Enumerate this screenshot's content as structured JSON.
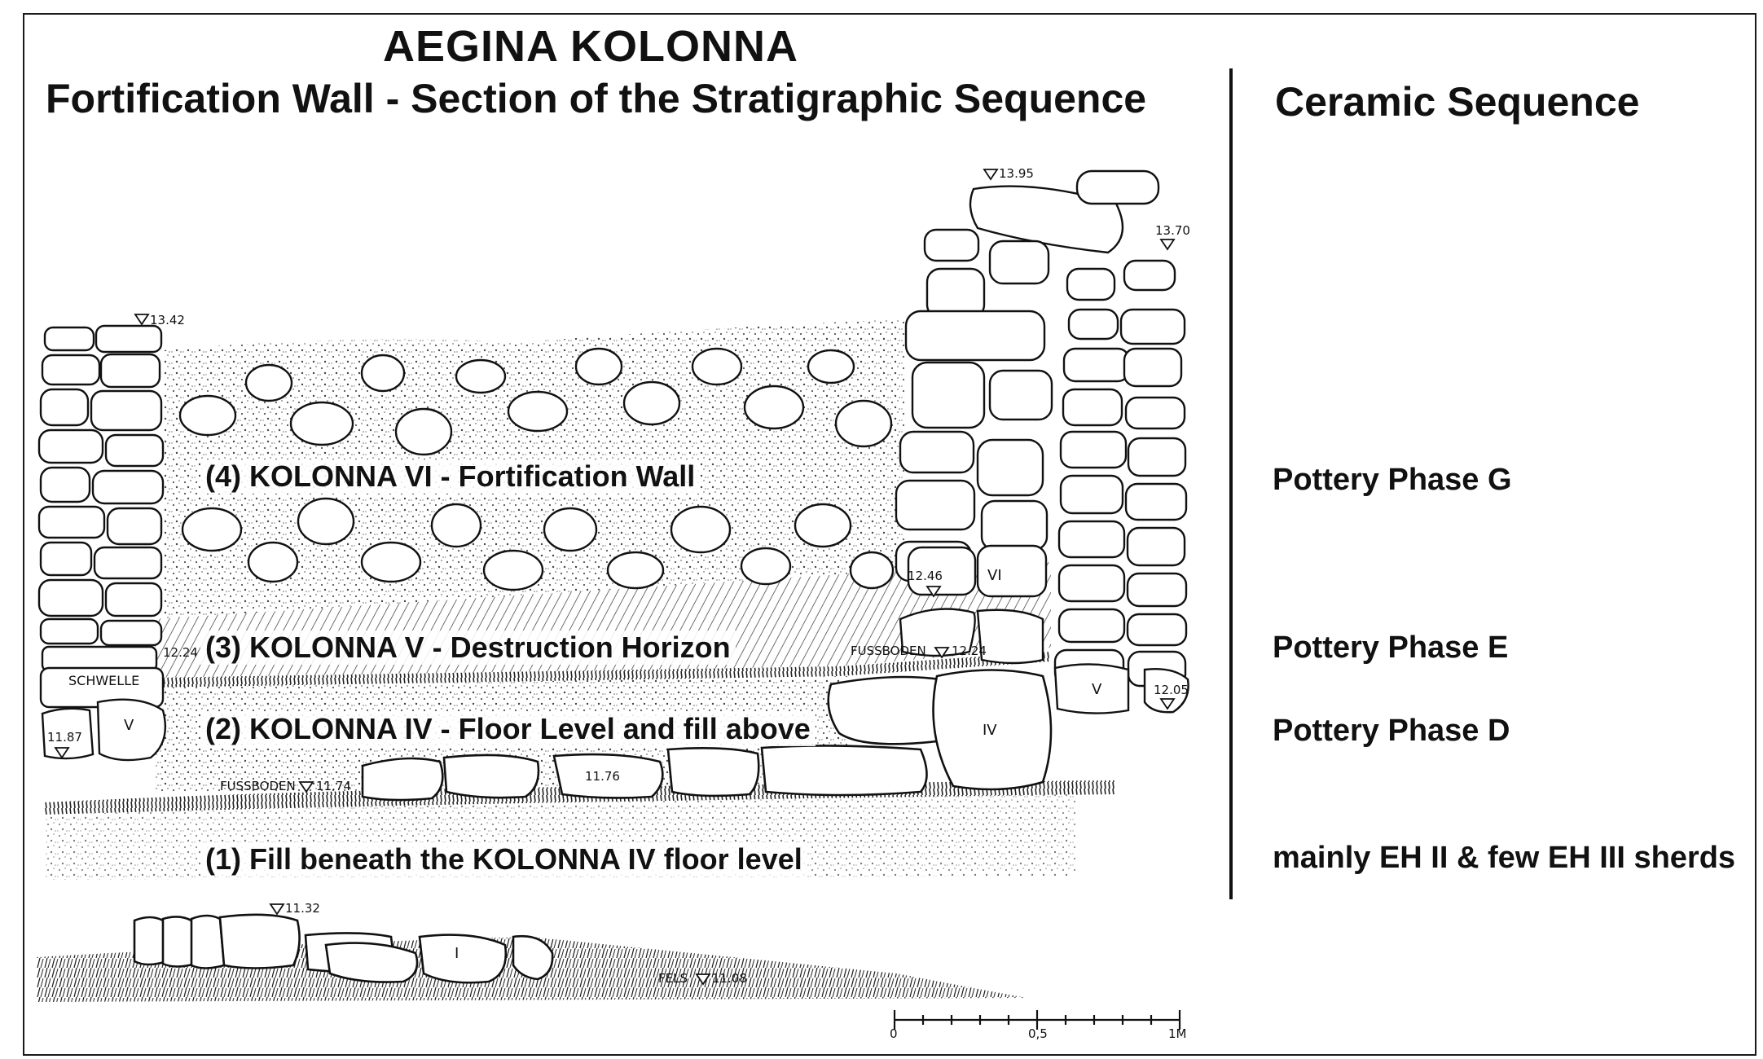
{
  "header": {
    "title": "AEGINA KOLONNA",
    "subtitle": "Fortification Wall - Section of the Stratigraphic Sequence"
  },
  "ceramic": {
    "title": "Ceramic Sequence",
    "phases": [
      "Pottery Phase G",
      "Pottery Phase E",
      "Pottery Phase D",
      "mainly EH II & few EH III sherds"
    ]
  },
  "layers": [
    "(4) KOLONNA VI - Fortification Wall",
    "(3) KOLONNA V - Destruction Horizon",
    "(2) KOLONNA IV - Floor Level and fill above",
    "(1) Fill beneath the KOLONNA IV floor level"
  ],
  "annotations": {
    "elev_13_95": "13.95",
    "elev_13_70": "13.70",
    "elev_13_42": "13.42",
    "elev_12_46": "12.46",
    "elev_12_24_left": "12.24",
    "fussboden_upper": "FUSSBODEN",
    "elev_12_24": "12.24",
    "elev_12_05": "12.05",
    "elev_11_87": "11.87",
    "fussboden_lower": "FUSSBODEN",
    "elev_11_74": "11.74",
    "elev_11_76": "11.76",
    "elev_11_32": "11.32",
    "fels": "FELS",
    "elev_11_08": "11.08",
    "schwelle": "SCHWELLE"
  },
  "stone_marks": {
    "vi": "VI",
    "v_right": "V",
    "v_left": "V",
    "iv": "IV",
    "i": "I"
  },
  "scale_bar": {
    "labels": [
      "0",
      "0,5",
      "1M"
    ]
  },
  "colors": {
    "ink": "#111111",
    "paper": "#ffffff",
    "fill_stipple": "#d9d9d9"
  }
}
